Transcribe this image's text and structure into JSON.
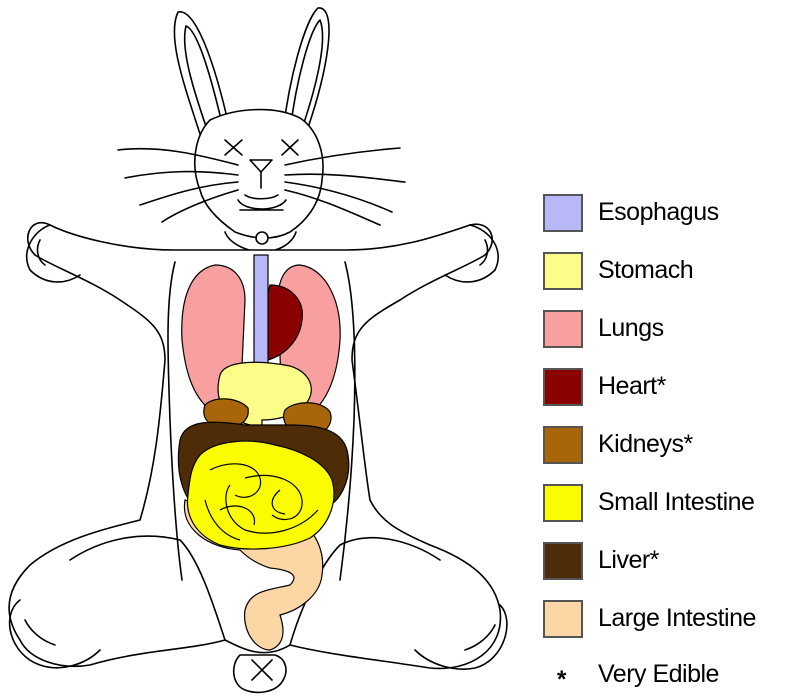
{
  "legend": {
    "items": [
      {
        "label": "Esophagus",
        "color": "#b8b8f8"
      },
      {
        "label": "Stomach",
        "color": "#fcfc88"
      },
      {
        "label": "Lungs",
        "color": "#f8a0a0"
      },
      {
        "label": "Heart*",
        "color": "#8b0000"
      },
      {
        "label": "Kidneys*",
        "color": "#a8650a"
      },
      {
        "label": "Small Intestine",
        "color": "#fcfc00"
      },
      {
        "label": "Liver*",
        "color": "#4f2c08"
      },
      {
        "label": "Large Intestine",
        "color": "#fcd6a4"
      }
    ],
    "note_symbol": "*",
    "note_text": "Very Edible"
  }
}
